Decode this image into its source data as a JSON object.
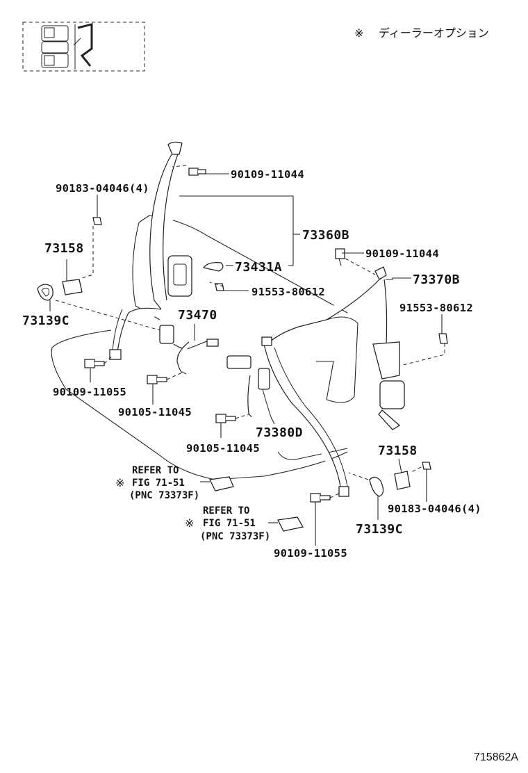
{
  "legend": {
    "mark": "※",
    "text": "ディーラーオプション"
  },
  "labels": {
    "bolt_top_left": "90109-11044",
    "nut_left": "90183-04046(4)",
    "belt_left": "73360B",
    "cover_left": "73431A",
    "bolt_right_top": "90109-11044",
    "belt_right": "73370B",
    "screw_left": "91553-80612",
    "screw_right": "91553-80612",
    "bracket_left": "73158",
    "bezel_left": "73139C",
    "center_belt": "73470",
    "bolt_lower_left": "90109-11055",
    "bolt_center_a": "90105-11045",
    "bolt_center_b": "90105-11045",
    "buckle_center": "73380D",
    "bracket_right": "73158",
    "nut_right": "90183-04046(4)",
    "bezel_right": "73139C",
    "bolt_lower_right": "90109-11055"
  },
  "references": [
    {
      "mark": "※",
      "line1": "REFER TO",
      "line2": "FIG 71-51",
      "line3": "(PNC 73373F)"
    },
    {
      "mark": "※",
      "line1": "REFER TO",
      "line2": "FIG 71-51",
      "line3": "(PNC 73373F)"
    }
  ],
  "figure_code": "715862A"
}
